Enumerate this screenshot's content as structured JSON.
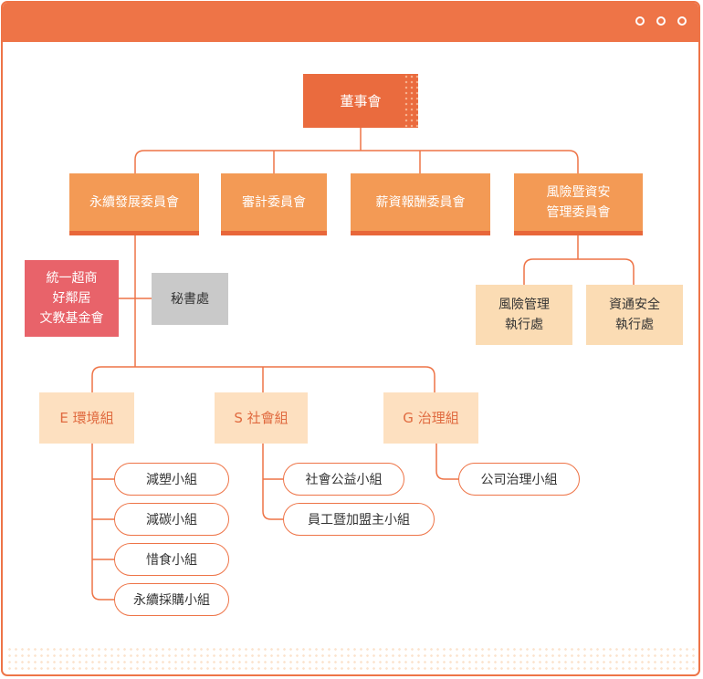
{
  "window": {
    "accent": "#ee7447"
  },
  "board": {
    "label": "董事會"
  },
  "committees": [
    {
      "label": "永續發展委員會"
    },
    {
      "label": "審計委員會"
    },
    {
      "label": "薪資報酬委員會"
    },
    {
      "label": "風險暨資安\n管理委員會"
    }
  ],
  "foundation": {
    "label": "統一超商\n好鄰居\n文教基金會"
  },
  "secretariat": {
    "label": "秘書處"
  },
  "executives": [
    {
      "label": "風險管理\n執行處"
    },
    {
      "label": "資通安全\n執行處"
    }
  ],
  "groups": [
    {
      "label": "E 環境組",
      "subgroups": [
        "減塑小組",
        "減碳小組",
        "惜食小組",
        "永續採購小組"
      ]
    },
    {
      "label": "S 社會組",
      "subgroups": [
        "社會公益小組",
        "員工暨加盟主小組"
      ]
    },
    {
      "label": "G 治理組",
      "subgroups": [
        "公司治理小組"
      ]
    }
  ],
  "colors": {
    "line": "#ee7447",
    "board": "#ea6b3e",
    "committee": "#f39a55",
    "foundation": "#e8636a",
    "secretariat": "#c9c9c9",
    "executive": "#fbdcb4",
    "group": "#fde0c0"
  }
}
